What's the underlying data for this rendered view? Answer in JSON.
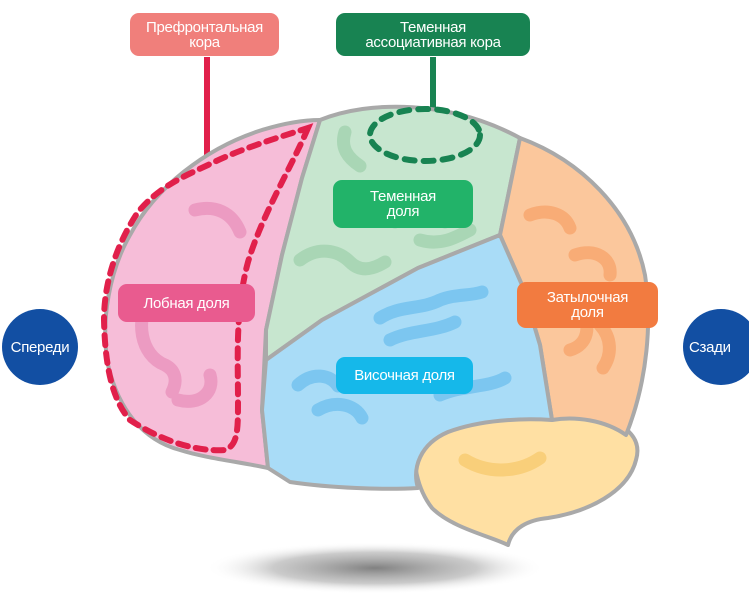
{
  "colors": {
    "prefrontal": "#f07f7b",
    "prefrontal_line": "#e1204b",
    "parietal_assoc": "#188352",
    "parietal_lobe": "#22b369",
    "frontal_lobe": "#e95b8f",
    "occipital_lobe": "#f27b40",
    "temporal_lobe": "#15b8ea",
    "side_circle": "#124fa3",
    "frontal_fill": "#f6bdd8",
    "parietal_fill": "#c7e6cf",
    "occipital_fill": "#fbc79c",
    "temporal_fill": "#a9dcf7",
    "cerebellum_fill": "#ffe0a3",
    "outline": "#a9a9a9"
  },
  "labels": {
    "prefrontal": [
      "Префронтальная",
      "кора"
    ],
    "parietal_assoc": [
      "Теменная",
      "ассоциативная кора"
    ],
    "parietal_lobe": [
      "Теменная",
      "доля"
    ],
    "frontal_lobe": [
      "Лобная доля"
    ],
    "occipital_lobe": [
      "Затылочная",
      "доля"
    ],
    "temporal_lobe": [
      "Височная доля"
    ],
    "front": "Спереди",
    "back": "Сзади"
  }
}
